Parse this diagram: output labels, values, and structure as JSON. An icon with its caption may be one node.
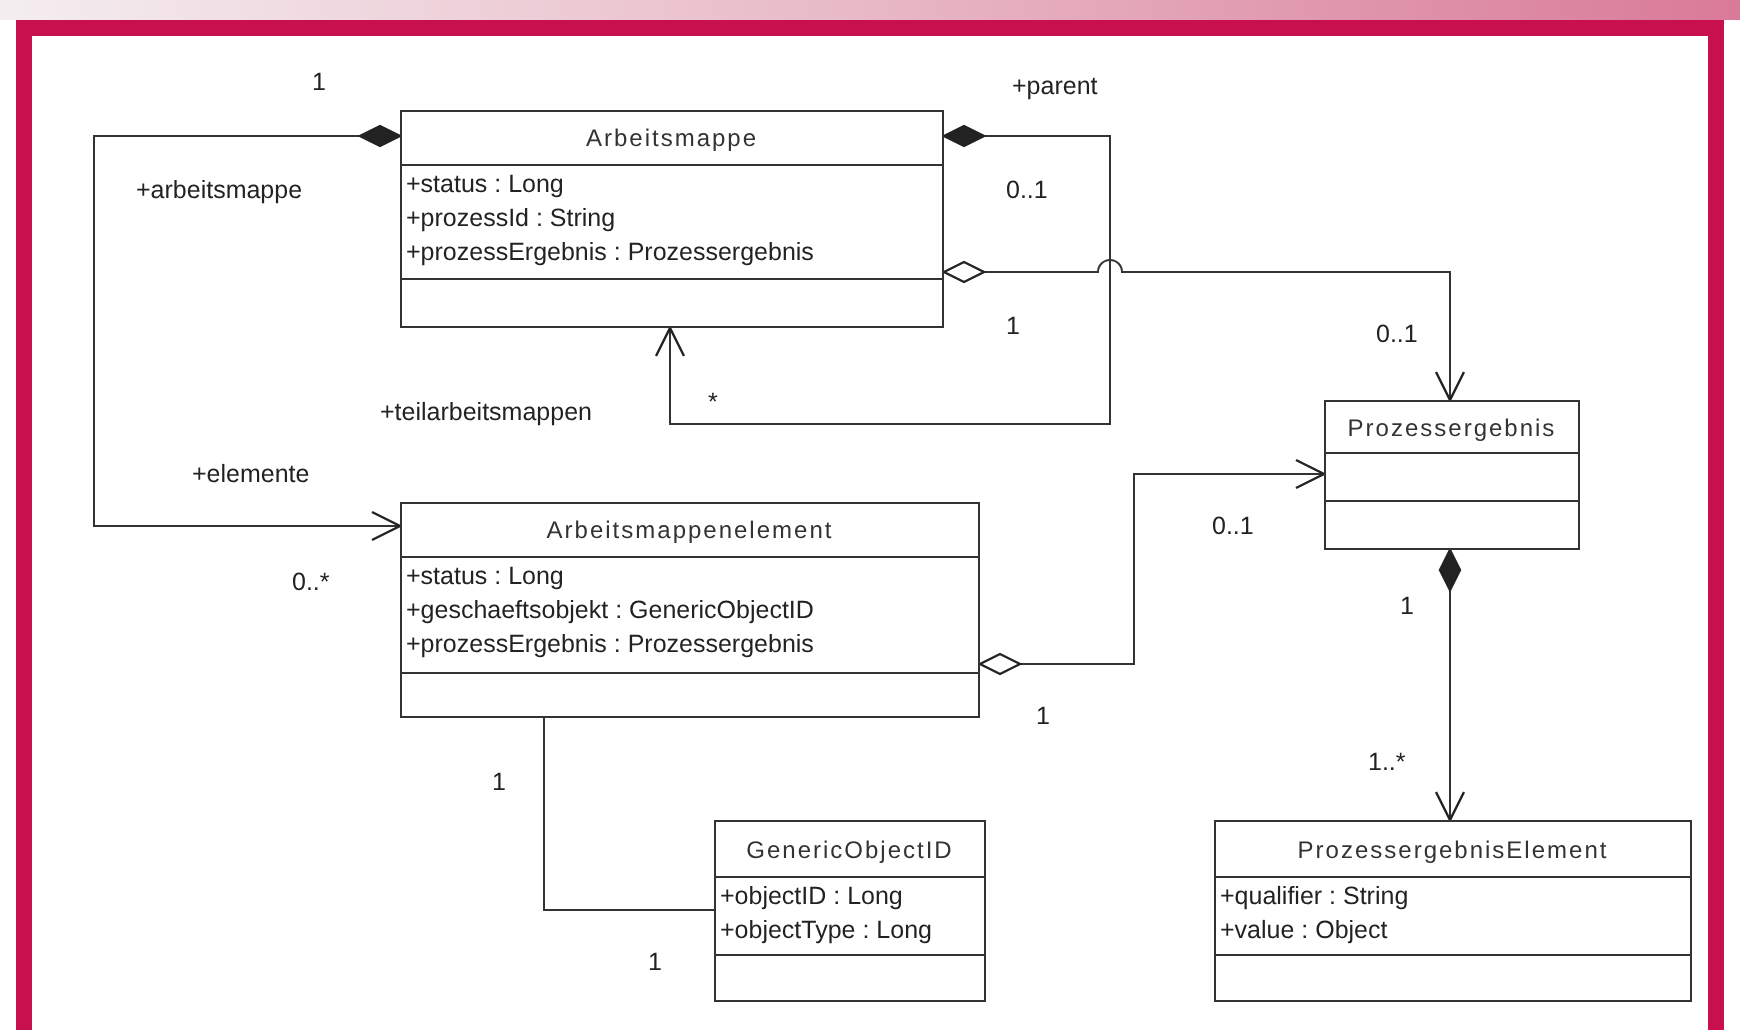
{
  "diagram": {
    "nodes": [
      {
        "text": [
          "Arbeitsmappe",
          "+status : Long",
          "+prozessId : String",
          "+prozessErgebnis : Prozessergebnis"
        ]
      },
      {
        "text": [
          "Prozessergebnis"
        ]
      },
      {
        "text": [
          "Arbeitsmappenelement",
          "+status : Long",
          "+geschaeftsobjekt : GenericObjectID",
          "+prozessErgebnis : Prozessergebnis"
        ]
      },
      {
        "text": [
          "GenericObjectID",
          "+objectID : Long",
          "+objectType : Long"
        ]
      },
      {
        "text": [
          "ProzessergebnisElement",
          "+qualifier : String",
          "+value : Object"
        ]
      }
    ],
    "edges": [
      {
        "from": 0,
        "to": 2,
        "arrow": "to"
      },
      {
        "from": 0,
        "to": 0,
        "arrow": "to"
      },
      {
        "from": 0,
        "to": 1,
        "arrow": "to"
      },
      {
        "from": 2,
        "to": 1,
        "arrow": "to"
      },
      {
        "from": 1,
        "to": 4,
        "arrow": "to"
      },
      {
        "from": 2,
        "to": 3,
        "arrow": "none"
      }
    ],
    "labels": [
      "1",
      "+parent",
      "+arbeitsmappe",
      "0..1",
      "1",
      "0..1",
      "*",
      "+teilarbeitsmappen",
      "+elemente",
      "0..1",
      "0..*",
      "1",
      "1",
      "1",
      "1..*",
      "1"
    ]
  }
}
